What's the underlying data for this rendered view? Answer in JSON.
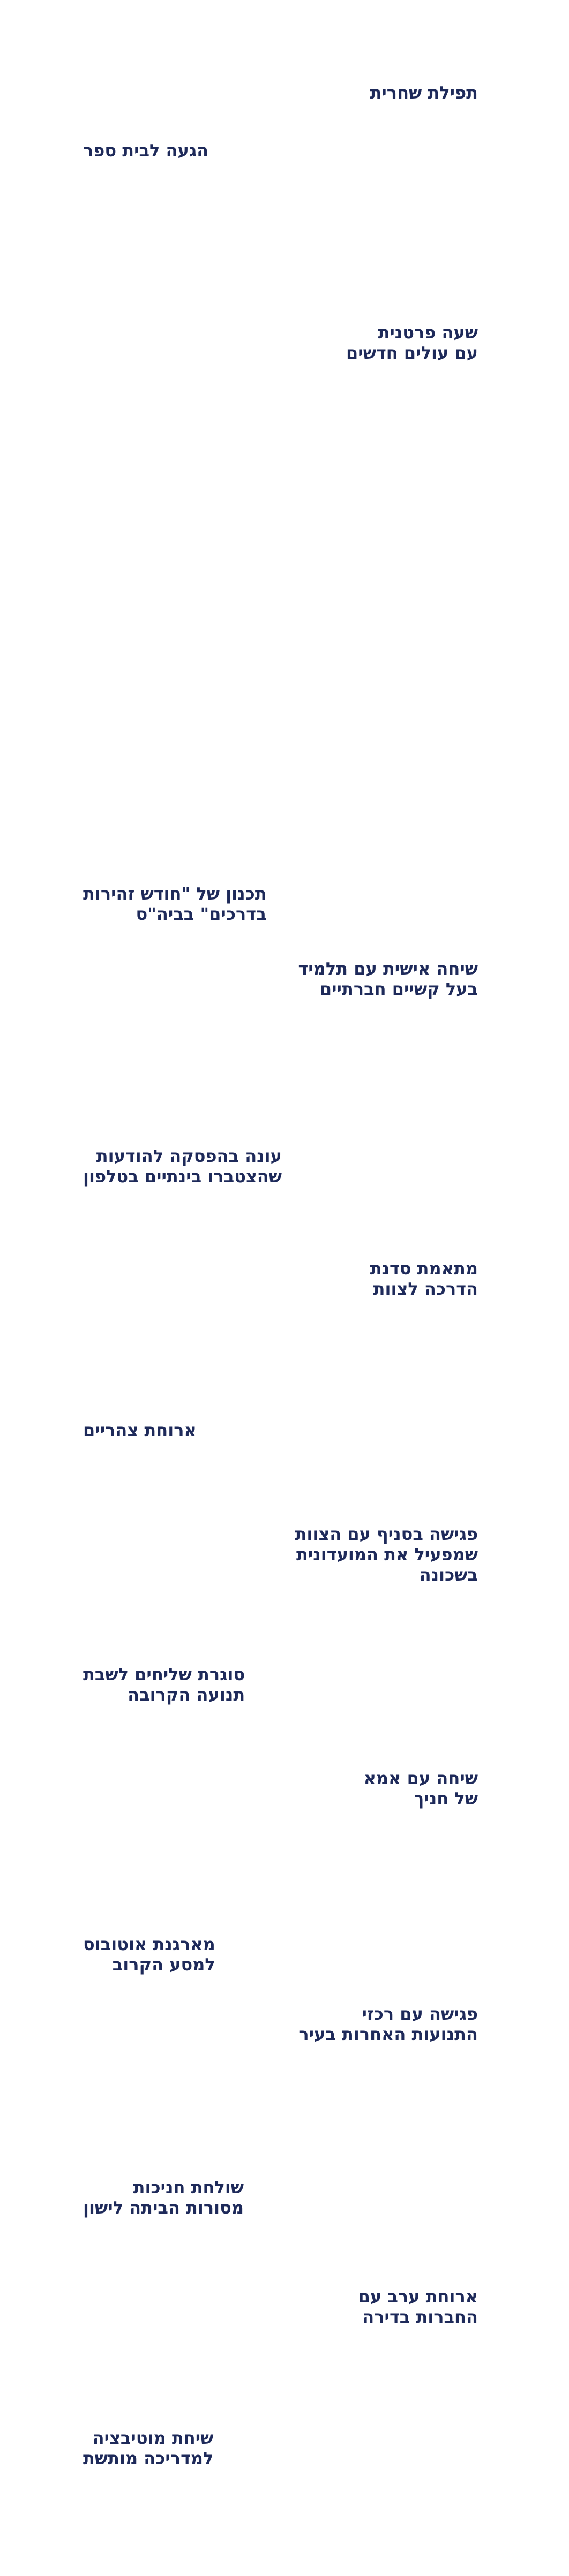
{
  "items": [
    {
      "id": "morning-prayer",
      "lines": [
        "תפילת שחרית"
      ]
    },
    {
      "id": "arrive-school",
      "lines": [
        "הגעה לבית ספר"
      ]
    },
    {
      "id": "private-hour",
      "lines": [
        "שעה פרטנית",
        "עם עולים חדשים"
      ]
    },
    {
      "id": "safety-month-planning",
      "lines": [
        "תכנון של \"חודש זהירות",
        "בדרכים\" בביה\"ס"
      ]
    },
    {
      "id": "student-talk",
      "lines": [
        "שיחה אישית עם תלמיד",
        "בעל קשיים חברתיים"
      ]
    },
    {
      "id": "phone-messages",
      "lines": [
        "עונה בהפסקה להודעות",
        "שהצטברו בינתיים בטלפון"
      ]
    },
    {
      "id": "team-workshop",
      "lines": [
        "מתאמת סדנת",
        "הדרכה לצוות"
      ]
    },
    {
      "id": "lunch",
      "lines": [
        "ארוחת צהריים"
      ]
    },
    {
      "id": "branch-meeting",
      "lines": [
        "פגישה בסניף עם הצוות",
        "שמפעיל את המועדונית",
        "בשכונה"
      ]
    },
    {
      "id": "shabbat-envoys",
      "lines": [
        "סוגרת שליחים לשבת",
        "תנועה הקרובה"
      ]
    },
    {
      "id": "parent-talk",
      "lines": [
        "שיחה עם אמא",
        "של חניך"
      ]
    },
    {
      "id": "bus-arrange",
      "lines": [
        "מארגנת אוטובוס",
        "למסע הקרוב"
      ]
    },
    {
      "id": "movements-meeting",
      "lines": [
        "פגישה  עם רכזי",
        "התנועות האחרות בעיר"
      ]
    },
    {
      "id": "send-home",
      "lines": [
        "שולחת חניכות",
        "מסורות הביתה לישון"
      ]
    },
    {
      "id": "dinner",
      "lines": [
        "ארוחת ערב עם",
        "החברות בדירה"
      ]
    },
    {
      "id": "motivation-talk",
      "lines": [
        "שיחת מוטיבציה",
        "למדריכה מותשת"
      ]
    }
  ]
}
